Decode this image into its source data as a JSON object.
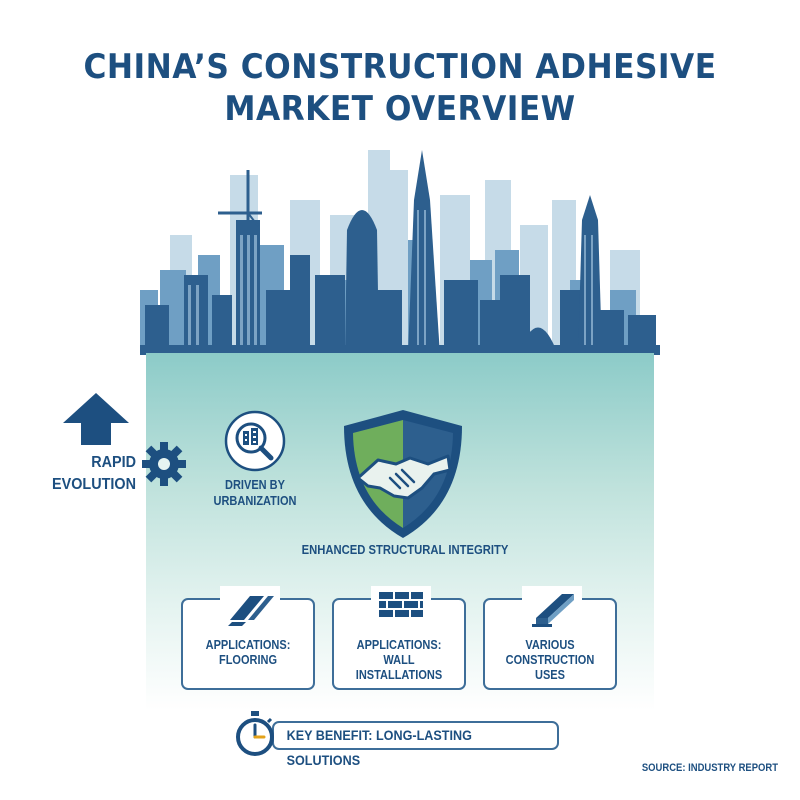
{
  "header": {
    "title_line1": "CHINA’S CONSTRUCTION ADHESIVE",
    "title_line2": "MARKET OVERVIEW"
  },
  "evolution": {
    "line1": "RAPID",
    "line2": "EVOLUTION",
    "icons": [
      "arrow-up-icon",
      "gear-icon"
    ]
  },
  "urbanization": {
    "line1": "DRIVEN BY",
    "line2": "URBANIZATION",
    "icon": "magnifier-buildings-icon"
  },
  "integrity": {
    "label": "ENHANCED STRUCTURAL INTEGRITY",
    "icon": "handshake-shield-icon"
  },
  "applications": [
    {
      "line1": "APPLICATIONS:",
      "line2": "FLOORING",
      "icon": "floor-tiles-icon"
    },
    {
      "line1": "APPLICATIONS:",
      "line2": "WALL INSTALLATIONS",
      "icon": "brick-wall-icon"
    },
    {
      "line1": "VARIOUS",
      "line2": "CONSTRUCTION",
      "line3": "USES",
      "icon": "steel-beam-icon"
    }
  ],
  "benefit": {
    "label": "KEY BENEFIT: LONG-LASTING SOLUTIONS",
    "icon": "stopwatch-icon"
  },
  "footer": {
    "source": "SOURCE: INDUSTRY REPORT"
  },
  "colors": {
    "primary": "#1d4f80",
    "skyline_dark": "#2d5f8e",
    "skyline_mid": "#6f9fc4",
    "skyline_light": "#c6dbe8",
    "teal": "#8ccbc8",
    "green": "#6fae5c"
  }
}
